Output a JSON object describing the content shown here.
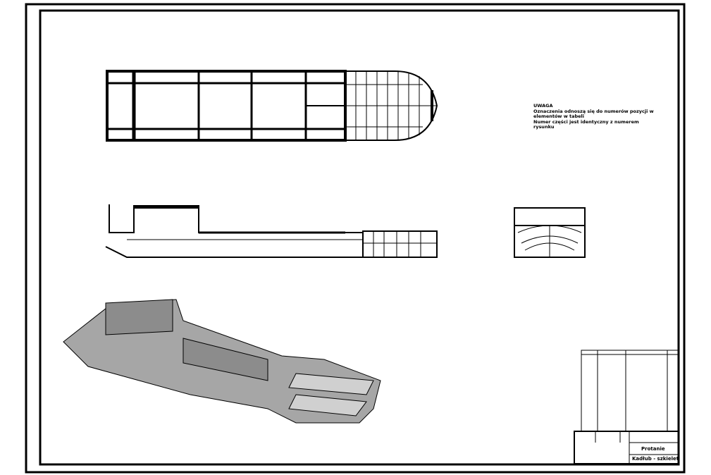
{
  "sheet": {
    "title": "Kadłub - szkielet",
    "subtitle": "Protanie"
  },
  "note": {
    "heading": "UWAGA",
    "lines": [
      "Oznaczenia odnoszą się do numerów pozycji w",
      "elementów w tabeli",
      "Numer części jest identyczny z numerem",
      "rysunku"
    ]
  },
  "colors": {
    "line": "#000000",
    "shade": "#a6a6a6",
    "shade_dark": "#8c8c8c",
    "background": "#ffffff"
  }
}
